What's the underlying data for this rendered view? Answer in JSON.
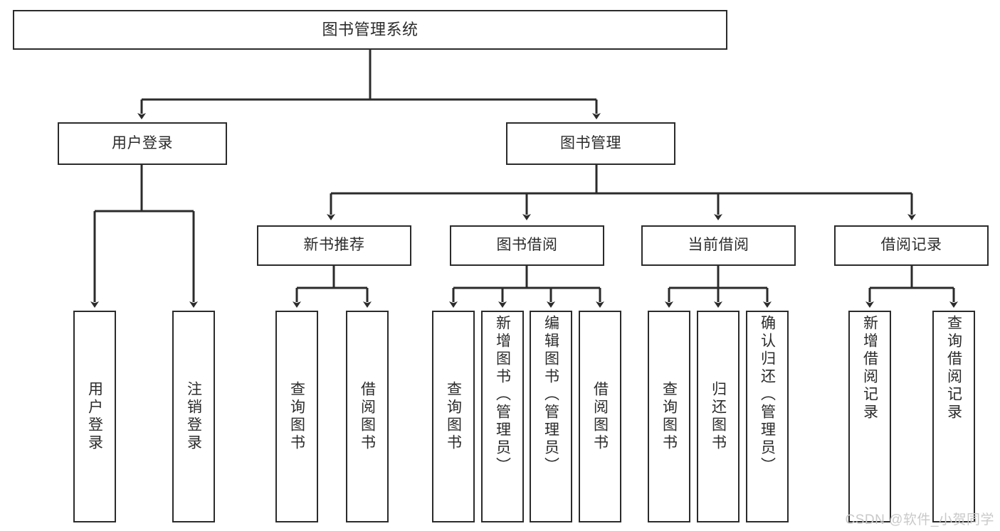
{
  "diagram": {
    "title": "图书管理系统",
    "type": "tree",
    "root": {
      "id": "root",
      "label": "图书管理系统",
      "orientation": "horizontal"
    },
    "level2": [
      {
        "id": "user-login",
        "label": "用户登录",
        "orientation": "horizontal"
      },
      {
        "id": "book-management",
        "label": "图书管理",
        "orientation": "horizontal"
      }
    ],
    "level3": [
      {
        "id": "new-book-recommend",
        "label": "新书推荐",
        "orientation": "horizontal",
        "parent": "book-management"
      },
      {
        "id": "book-borrow",
        "label": "图书借阅",
        "orientation": "horizontal",
        "parent": "book-management"
      },
      {
        "id": "current-borrow",
        "label": "当前借阅",
        "orientation": "horizontal",
        "parent": "book-management"
      },
      {
        "id": "borrow-record",
        "label": "借阅记录",
        "orientation": "horizontal",
        "parent": "book-management"
      }
    ],
    "leaves": [
      {
        "id": "leaf-user-login",
        "label": "用户登录",
        "parent": "user-login",
        "orientation": "vertical"
      },
      {
        "id": "leaf-logout-login",
        "label": "注销登录",
        "parent": "user-login",
        "orientation": "vertical"
      },
      {
        "id": "leaf-query-book-1",
        "label": "查询图书",
        "parent": "new-book-recommend",
        "orientation": "vertical"
      },
      {
        "id": "leaf-borrow-book-1",
        "label": "借阅图书",
        "parent": "new-book-recommend",
        "orientation": "vertical"
      },
      {
        "id": "leaf-query-book-2",
        "label": "查询图书",
        "parent": "book-borrow",
        "orientation": "vertical"
      },
      {
        "id": "leaf-add-book",
        "label": "新增图书（管理员）",
        "parent": "book-borrow",
        "orientation": "vertical"
      },
      {
        "id": "leaf-edit-book",
        "label": "编辑图书（管理员）",
        "parent": "book-borrow",
        "orientation": "vertical"
      },
      {
        "id": "leaf-borrow-book-2",
        "label": "借阅图书",
        "parent": "book-borrow",
        "orientation": "vertical"
      },
      {
        "id": "leaf-query-book-3",
        "label": "查询图书",
        "parent": "current-borrow",
        "orientation": "vertical"
      },
      {
        "id": "leaf-return-book",
        "label": "归还图书",
        "parent": "current-borrow",
        "orientation": "vertical"
      },
      {
        "id": "leaf-confirm-return",
        "label": "确认归还（管理员）",
        "parent": "current-borrow",
        "orientation": "vertical"
      },
      {
        "id": "leaf-add-record",
        "label": "新增借阅记录",
        "parent": "borrow-record",
        "orientation": "vertical"
      },
      {
        "id": "leaf-query-record",
        "label": "查询借阅记录",
        "parent": "borrow-record",
        "orientation": "vertical"
      }
    ],
    "colors": {
      "stroke": "#2b2b2b",
      "text": "#2b2b2b",
      "background": "#ffffff",
      "watermark": "#c9c9c9"
    }
  },
  "watermark": {
    "text": "CSDN @软件_小贺同学"
  }
}
